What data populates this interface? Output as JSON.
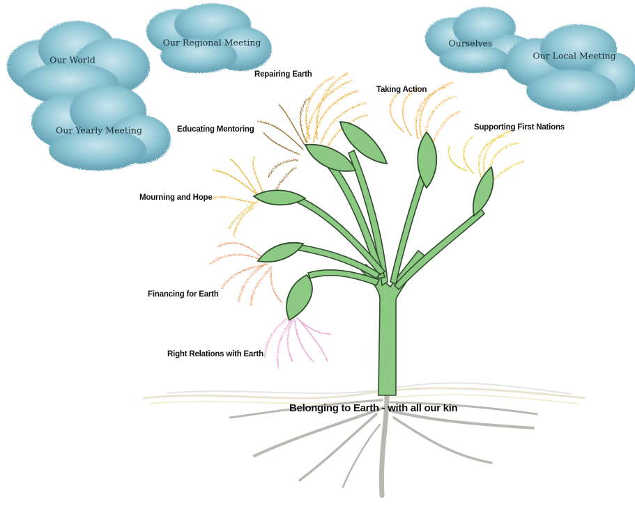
{
  "clouds": {
    "our_world": "Our World",
    "our_regional_meeting": "Our Regional Meeting",
    "our_yearly_meeting": "Our Yearly Meeting",
    "ourselves": "Ourselves",
    "our_local_meeting": "Our Local Meeting"
  },
  "branches": {
    "repairing_earth": "Repairing Earth",
    "taking_action": "Taking Action",
    "educating_mentoring": "Educating Mentoring",
    "supporting_first_nations": "Supporting First Nations",
    "mourning_and_hope": "Mourning and Hope",
    "financing_for_earth": "Financing for Earth",
    "right_relations_with_earth": "Right Relations with Earth"
  },
  "roots": {
    "label": "Belonging to Earth - with all our kin"
  },
  "colors": {
    "cloud_fill": "#8fc6d4",
    "cloud_shade": "#5f9fb2",
    "leaf_fill": "#8cc983",
    "leaf_stroke": "#2f4d2c",
    "stem_fill": "#8cc983",
    "root_color": "#b8b8b2",
    "orange_tuft": "#e8a21c",
    "yellow_tuft": "#e5c21a",
    "brown_tuft": "#8a5a12",
    "salmon_tuft": "#e98a5a",
    "pink_tuft": "#e48fc6"
  }
}
